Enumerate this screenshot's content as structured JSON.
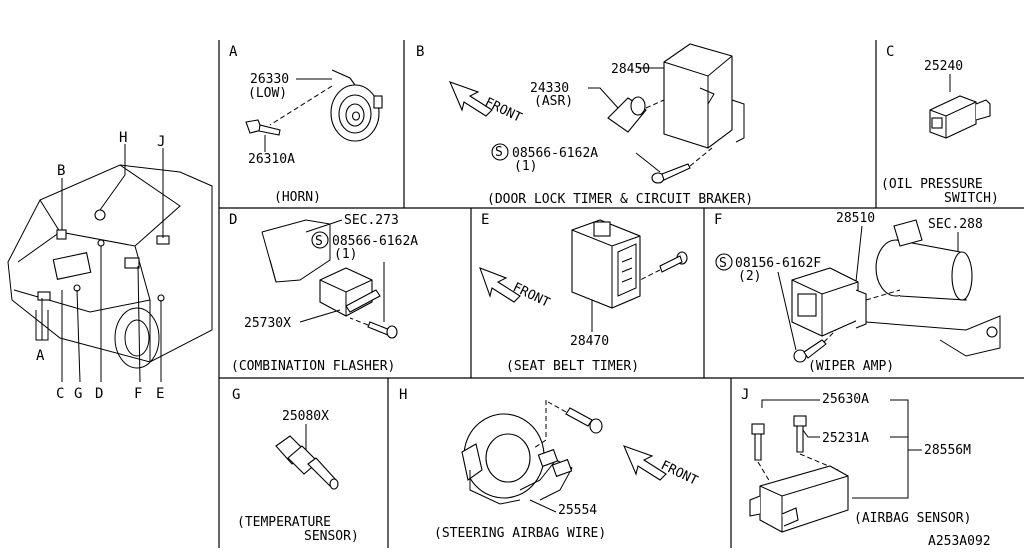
{
  "figure_id": "A253A092",
  "front_label": "FRONT",
  "vehicle": {
    "callouts": [
      "B",
      "H",
      "J",
      "A",
      "C",
      "G",
      "D",
      "F",
      "E"
    ]
  },
  "panels": {
    "A": {
      "letter": "A",
      "caption": "(HORN)",
      "parts": [
        {
          "number": "26330",
          "note": "(LOW)"
        },
        {
          "number": "26310A"
        }
      ]
    },
    "B": {
      "letter": "B",
      "caption": "(DOOR LOCK TIMER & CIRCUIT BRAKER)",
      "parts": [
        {
          "number": "28450"
        },
        {
          "number": "24330",
          "note": "(ASR)"
        },
        {
          "number": "08566-6162A",
          "qty": "(1)"
        }
      ]
    },
    "C": {
      "letter": "C",
      "caption_line1": "(OIL PRESSURE",
      "caption_line2": "SWITCH)",
      "parts": [
        {
          "number": "25240"
        }
      ]
    },
    "D": {
      "letter": "D",
      "caption": "(COMBINATION FLASHER)",
      "parts": [
        {
          "number": "SEC.273"
        },
        {
          "number": "08566-6162A",
          "qty": "(1)"
        },
        {
          "number": "25730X"
        }
      ]
    },
    "E": {
      "letter": "E",
      "caption": "(SEAT BELT TIMER)",
      "parts": [
        {
          "number": "28470"
        }
      ]
    },
    "F": {
      "letter": "F",
      "caption": "(WIPER AMP)",
      "parts": [
        {
          "number": "28510"
        },
        {
          "number": "SEC.288"
        },
        {
          "number": "08156-6162F",
          "qty": "(2)"
        }
      ]
    },
    "G": {
      "letter": "G",
      "caption_line1": "(TEMPERATURE",
      "caption_line2": "SENSOR)",
      "parts": [
        {
          "number": "25080X"
        }
      ]
    },
    "H": {
      "letter": "H",
      "caption": "(STEERING AIRBAG WIRE)",
      "parts": [
        {
          "number": "25554"
        }
      ]
    },
    "J": {
      "letter": "J",
      "caption": "(AIRBAG SENSOR)",
      "parts": [
        {
          "number": "25630A"
        },
        {
          "number": "25231A"
        },
        {
          "number": "28556M"
        }
      ]
    }
  }
}
